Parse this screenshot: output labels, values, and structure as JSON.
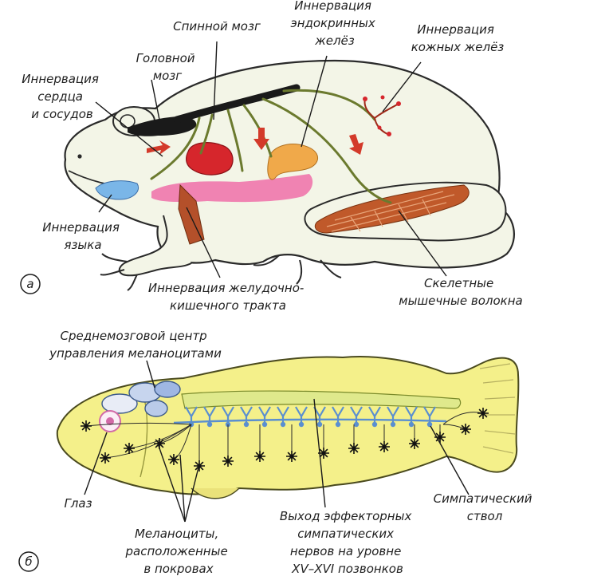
{
  "panel_a": {
    "marker": "а",
    "labels": {
      "heart": [
        "Иннервация",
        "сердца",
        "и сосудов"
      ],
      "brain": [
        "Головной",
        "мозг"
      ],
      "spinal": [
        "Спинной мозг"
      ],
      "endocrine": [
        "Иннервация",
        "эндокринных",
        "желёз"
      ],
      "skin": [
        "Иннервация",
        "кожных желёз"
      ],
      "tongue": [
        "Иннервация",
        "языка"
      ],
      "gut": [
        "Иннервация желудочно-",
        "кишечного тракта"
      ],
      "muscle": [
        "Скелетные",
        "мышечные волокна"
      ]
    }
  },
  "panel_b": {
    "marker": "б",
    "labels": {
      "midbrain": [
        "Среднемозговой центр",
        "управления меланоцитами"
      ],
      "eye": [
        "Глаз"
      ],
      "melanocytes": [
        "Меланоциты,",
        "расположенные",
        "в покровах"
      ],
      "effector": [
        "Выход эффекторных",
        "симпатических",
        "нервов на уровне",
        "XV–XVI позвонков"
      ],
      "trunk": [
        "Симпатический",
        "ствол"
      ]
    }
  },
  "colors": {
    "frog_body": "#f3f5e7",
    "frog_outline": "#2a2a2a",
    "nerve": "#6b7a2e",
    "brain": "#1a1a1a",
    "heart": "#d6262c",
    "endocrine": "#f0a94a",
    "gut": "#ee6fa8",
    "tongue": "#7ab6e8",
    "muscle": "#c0592a",
    "arrow": "#d33a2a",
    "fish_body": "#f4f08a",
    "fish_outline": "#4a4a1e",
    "spinal_cord_fish": "#dfe98c",
    "sympathetic_trunk": "#5a8fd0",
    "melanocyte": "#111111",
    "eye_ring": "#d26aa6"
  }
}
